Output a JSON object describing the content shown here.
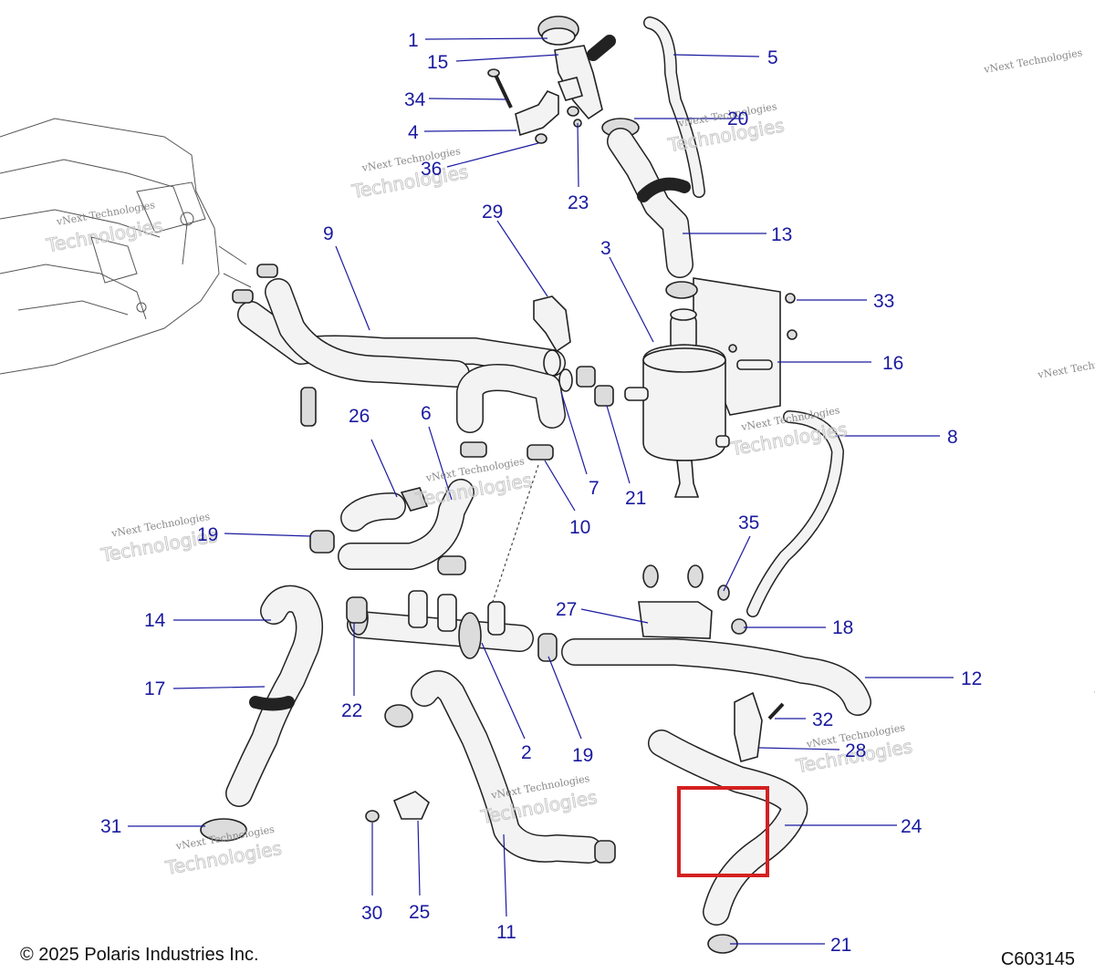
{
  "callouts": [
    {
      "id": "1",
      "label": "1"
    },
    {
      "id": "2",
      "label": "2"
    },
    {
      "id": "3",
      "label": "3"
    },
    {
      "id": "4",
      "label": "4"
    },
    {
      "id": "5",
      "label": "5"
    },
    {
      "id": "6",
      "label": "6"
    },
    {
      "id": "7",
      "label": "7"
    },
    {
      "id": "8",
      "label": "8"
    },
    {
      "id": "9",
      "label": "9"
    },
    {
      "id": "10",
      "label": "10"
    },
    {
      "id": "11",
      "label": "11"
    },
    {
      "id": "12",
      "label": "12"
    },
    {
      "id": "13",
      "label": "13"
    },
    {
      "id": "14",
      "label": "14"
    },
    {
      "id": "15",
      "label": "15"
    },
    {
      "id": "16",
      "label": "16"
    },
    {
      "id": "17",
      "label": "17"
    },
    {
      "id": "18",
      "label": "18"
    },
    {
      "id": "19a",
      "label": "19"
    },
    {
      "id": "19b",
      "label": "19"
    },
    {
      "id": "20",
      "label": "20"
    },
    {
      "id": "21a",
      "label": "21"
    },
    {
      "id": "21b",
      "label": "21"
    },
    {
      "id": "22",
      "label": "22"
    },
    {
      "id": "23",
      "label": "23"
    },
    {
      "id": "24",
      "label": "24"
    },
    {
      "id": "25",
      "label": "25"
    },
    {
      "id": "26",
      "label": "26"
    },
    {
      "id": "27",
      "label": "27"
    },
    {
      "id": "28",
      "label": "28"
    },
    {
      "id": "29",
      "label": "29"
    },
    {
      "id": "30",
      "label": "30"
    },
    {
      "id": "31",
      "label": "31"
    },
    {
      "id": "32",
      "label": "32"
    },
    {
      "id": "33",
      "label": "33"
    },
    {
      "id": "34",
      "label": "34"
    },
    {
      "id": "35",
      "label": "35"
    },
    {
      "id": "36",
      "label": "36"
    }
  ],
  "watermark": {
    "line1": "vNext Technologies",
    "line2": "Technologies"
  },
  "footer": {
    "copyright": "© 2025 Polaris Industries Inc.",
    "code": "C603145"
  },
  "colors": {
    "callout": "#1a1aa0",
    "highlight": "#d42020",
    "line": "#222222"
  }
}
